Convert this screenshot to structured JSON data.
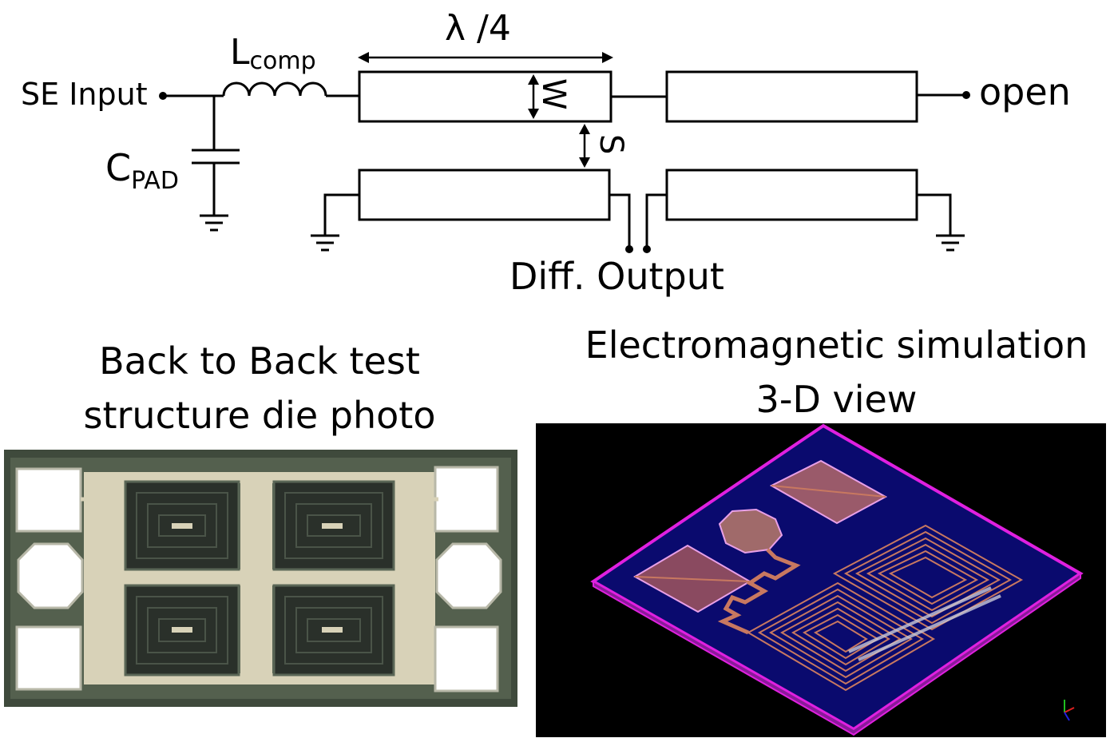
{
  "schematic": {
    "se_input_label": "SE Input",
    "lcomp_main": "L",
    "lcomp_sub": "comp",
    "cpad_main": "C",
    "cpad_sub": "PAD",
    "lambda_label": "λ /4",
    "w_label": "W",
    "s_label": "S",
    "open_label": "open",
    "diff_output_label": "Diff. Output"
  },
  "captions": {
    "die_photo_line1": "Back to Back test",
    "die_photo_line2": "structure die photo",
    "em_line1": "Electromagnetic simulation",
    "em_line2": "3-D view"
  },
  "colors": {
    "die_background": "#3f4a3c",
    "die_metal": "#d8d2b8",
    "die_pad": "#ffffff",
    "em_background": "#000000",
    "em_substrate": "#0a0a6e",
    "em_edge": "#e020e0",
    "em_metal": "#c87860",
    "em_metal_dark": "#7a4a5a"
  }
}
